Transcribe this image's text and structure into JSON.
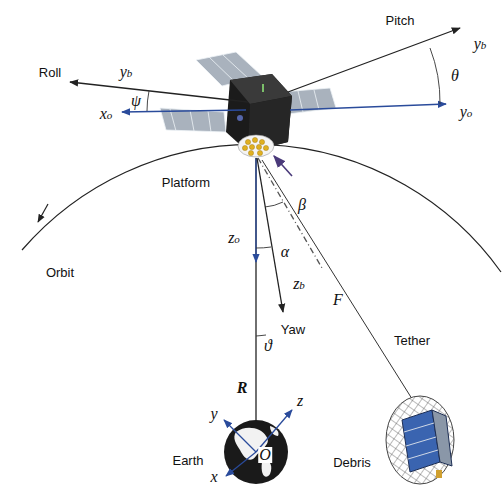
{
  "diagram": {
    "labels": [
      "Roll",
      "yb",
      "Pitch",
      "yb",
      "θ",
      "ψ",
      "xo",
      "yo",
      "Platform",
      "Orbit",
      "zo",
      "β",
      "α",
      "ϑ",
      "zb",
      "Yaw",
      "F",
      "Tether",
      "R",
      "y",
      "z",
      "x",
      "O",
      "Earth",
      "Debris"
    ]
  }
}
